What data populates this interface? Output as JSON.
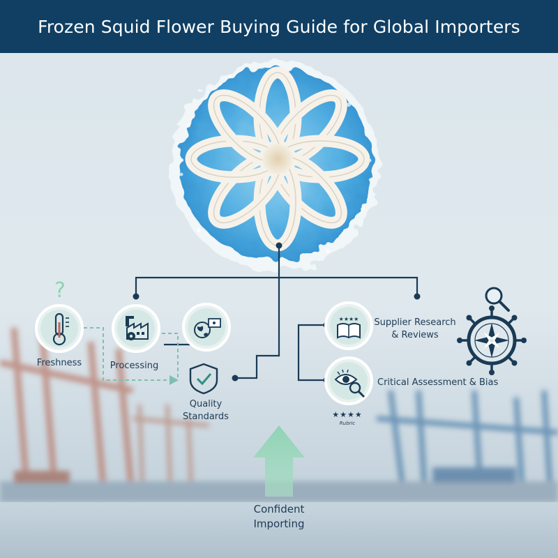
{
  "header": {
    "title": "Frozen Squid Flower Buying Guide for Global Importers"
  },
  "nodes": {
    "freshness": "Freshness",
    "processing": "Processing",
    "quality_line1": "Quality",
    "quality_line2": "Standards",
    "supplier_line1": "Supplier Research",
    "supplier_line2": "& Reviews",
    "assessment": "Critical Assessment & Bias"
  },
  "rating": {
    "stars": "★★★★",
    "caption": "Rubric"
  },
  "goal": {
    "line1": "Confident",
    "line2": "Importing"
  },
  "icons": {
    "squid_flower": "squid-flower-illustration",
    "freshness": "thermometer-icon",
    "processing": "factory-gears-icon",
    "globe": "globe-screen-icon",
    "quality": "shield-check-icon",
    "supplier": "book-stars-icon",
    "assessment": "eye-magnifier-icon",
    "compass": "ship-wheel-compass-icon",
    "search": "magnifier-icon",
    "question": "question-mark-icon"
  },
  "colors": {
    "header_bg": "#103f63",
    "line": "#1a3a55",
    "accent_green": "#8fd3b4",
    "dashed_teal": "#7fbfb0",
    "ice_blue": "#4aa8df"
  }
}
